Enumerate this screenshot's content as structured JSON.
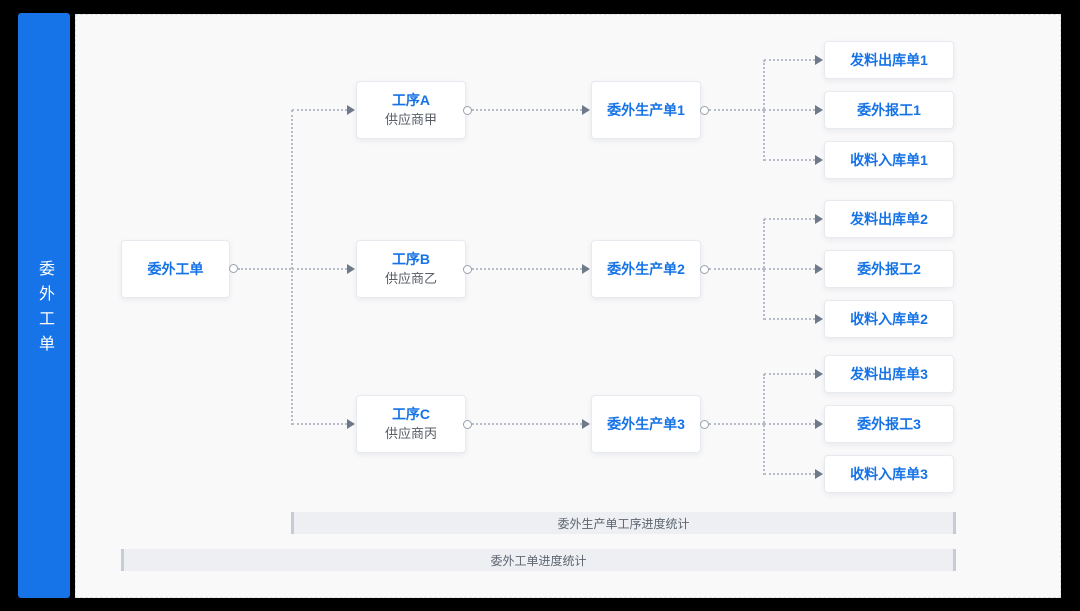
{
  "sidebar": {
    "title": "委外工单"
  },
  "diagram": {
    "root": {
      "label": "委外工单"
    },
    "processes": [
      {
        "title": "工序A",
        "subtitle": "供应商甲"
      },
      {
        "title": "工序B",
        "subtitle": "供应商乙"
      },
      {
        "title": "工序C",
        "subtitle": "供应商丙"
      }
    ],
    "production_orders": [
      {
        "label": "委外生产单1"
      },
      {
        "label": "委外生产单2"
      },
      {
        "label": "委外生产单3"
      }
    ],
    "documents": [
      [
        "发料出库单1",
        "委外报工1",
        "收料入库单1"
      ],
      [
        "发料出库单2",
        "委外报工2",
        "收料入库单2"
      ],
      [
        "发料出库单3",
        "委外报工3",
        "收料入库单3"
      ]
    ],
    "footers": [
      {
        "label": "委外生产单工序进度统计"
      },
      {
        "label": "委外工单进度统计"
      }
    ]
  },
  "colors": {
    "sidebar_blue": "#1673e8",
    "accent_text_blue": "#1673e6",
    "connector_gray": "#b6bdc8",
    "arrow_gray": "#6e7a89",
    "panel_background": "#f9f9fa",
    "bar_background": "#edeff3"
  }
}
